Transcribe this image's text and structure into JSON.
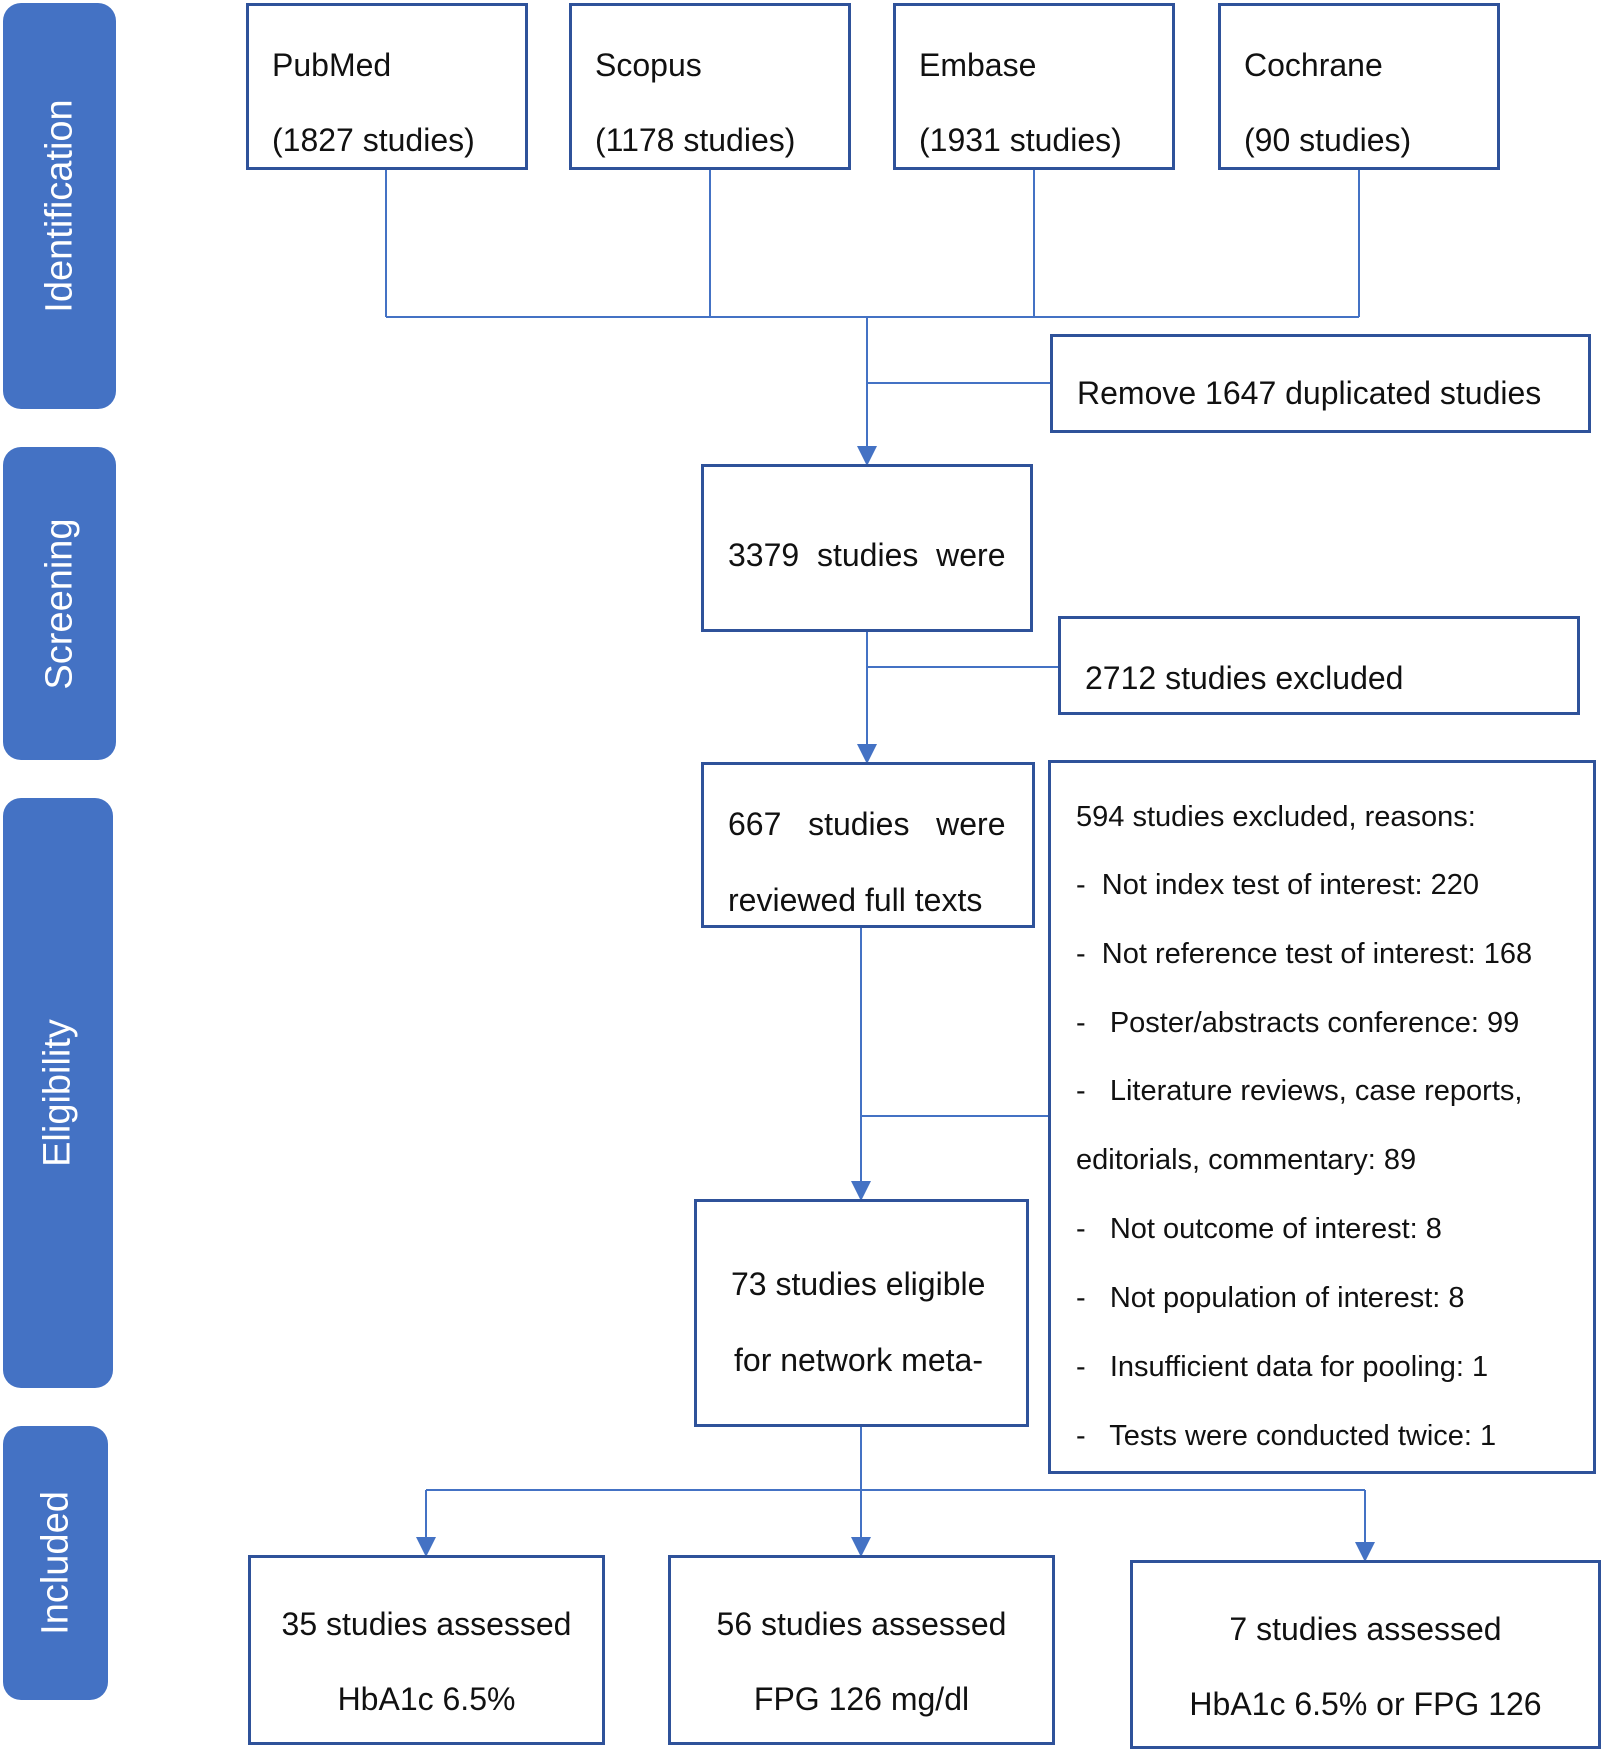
{
  "stages": {
    "identification": "Identification",
    "screening": "Screening",
    "eligibility": "Eligibility",
    "included": "Included"
  },
  "sources": [
    {
      "name": "PubMed",
      "count": "(1827 studies)"
    },
    {
      "name": "Scopus",
      "count": "(1178 studies)"
    },
    {
      "name": "Embase",
      "count": "(1931 studies)"
    },
    {
      "name": "Cochrane",
      "count": "(90 studies)"
    }
  ],
  "duplicates": "Remove 1647 duplicated studies",
  "screened": "3379  studies  were",
  "excluded_screening": "2712 studies excluded",
  "fulltext": {
    "line1": "667   studies   were",
    "line2": "reviewed full texts"
  },
  "exclusion_reasons": {
    "header": "594 studies excluded, reasons:",
    "items": [
      "-  Not index test of interest: 220",
      "-  Not reference test of interest: 168",
      "-   Poster/abstracts conference: 99",
      "-   Literature reviews, case reports,",
      "editorials, commentary: 89",
      "-   Not outcome of interest: 8",
      "-   Not population of interest: 8",
      "-   Insufficient data for pooling: 1",
      "-   Tests were conducted twice: 1"
    ]
  },
  "eligible": {
    "line1": "73 studies eligible",
    "line2": "for network meta-"
  },
  "included": [
    {
      "line1": "35 studies assessed",
      "line2": "HbA1c 6.5%"
    },
    {
      "line1": "56 studies assessed",
      "line2": "FPG 126 mg/dl"
    },
    {
      "line1": "7 studies assessed",
      "line2": "HbA1c 6.5% or FPG 126"
    }
  ],
  "colors": {
    "stage_fill": "#4472c4",
    "box_border": "#2f529a",
    "connector": "#4472c4"
  }
}
